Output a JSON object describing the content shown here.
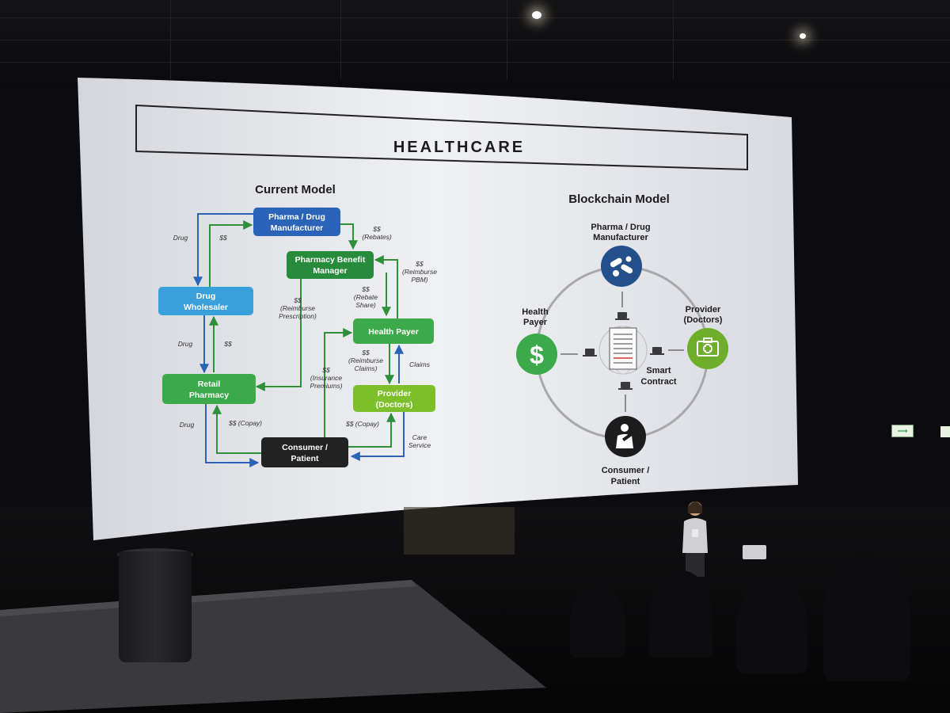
{
  "slide": {
    "title": "HEALTHCARE",
    "current": {
      "heading": "Current Model",
      "nodes": {
        "pharma": [
          "Pharma / Drug",
          "Manufacturer"
        ],
        "pbm": [
          "Pharmacy Benefit",
          "Manager"
        ],
        "wholesaler": [
          "Drug",
          "Wholesaler"
        ],
        "payer": [
          "Health Payer"
        ],
        "retail": [
          "Retail",
          "Pharmacy"
        ],
        "provider": [
          "Provider",
          "(Doctors)"
        ],
        "consumer": [
          "Consumer /",
          "Patient"
        ]
      },
      "labels": {
        "drug1": "Drug",
        "dollars1": "$$",
        "rebates": [
          "$$",
          "(Rebates)"
        ],
        "reimburse_pbm": [
          "$$",
          "(Reimburse",
          "PBM)"
        ],
        "reimburse_rx": [
          "$$",
          "(Reimburse",
          "Prescription)"
        ],
        "rebate_share": [
          "$$",
          "(Rebate",
          "Share)"
        ],
        "drug2": "Drug",
        "dollars2": "$$",
        "reimburse_claims": [
          "$$",
          "(Reimburse",
          "Claims)"
        ],
        "claims": "Claims",
        "premiums": [
          "$$",
          "(Insurance",
          "Premiums)"
        ],
        "drug3": "Drug",
        "copay1": "$$ (Copay)",
        "copay2": "$$ (Copay)",
        "care": [
          "Care",
          "Service"
        ]
      }
    },
    "blockchain": {
      "heading": "Blockchain Model",
      "pharma": [
        "Pharma / Drug",
        "Manufacturer"
      ],
      "payer": [
        "Health",
        "Payer"
      ],
      "provider": [
        "Provider",
        "(Doctors)"
      ],
      "consumer": [
        "Consumer /",
        "Patient"
      ],
      "contract": [
        "Smart",
        "Contract"
      ],
      "dollar_symbol": "$"
    }
  },
  "exit_sign": "⟶",
  "colors": {
    "dark_blue": "#2a63b8",
    "light_blue": "#3aa0dc",
    "dark_green": "#268c3c",
    "green": "#3caa4a",
    "lime": "#7cbf2a",
    "navy": "#23508a",
    "black": "#222222"
  }
}
